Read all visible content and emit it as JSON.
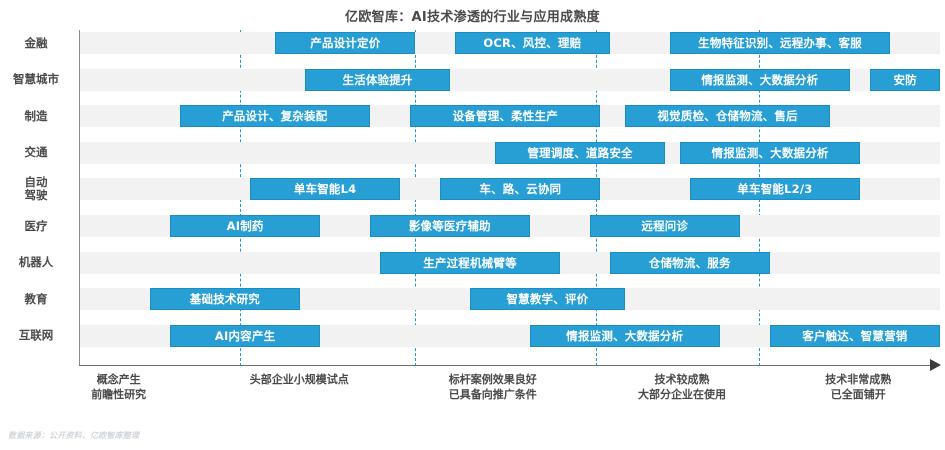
{
  "chart_title": "亿欧智库：AI技术渗透的行业与应用成熟度",
  "source_note": "数据来源：公开资料、亿欧智库整理",
  "colors": {
    "bar_fill": "#279fd4",
    "bar_border": "#1a8ec2",
    "row_band": "#f2f2f2",
    "gridline": "#2196c9",
    "axis": "#6e6e6e",
    "label_text": "#4a4a4a",
    "note_text": "#d2d6da"
  },
  "chart_data": {
    "type": "bar",
    "title": "亿欧智库：AI技术渗透的行业与应用成熟度",
    "xlabel": "",
    "ylabel": "",
    "grid": true,
    "legend": "none",
    "xlim": [
      0,
      100
    ],
    "stages": [
      {
        "label_lines": [
          "概念产生",
          "前瞻性研究"
        ],
        "center": 4.5
      },
      {
        "label_lines": [
          "头部企业小规模试点"
        ],
        "center": 25.5
      },
      {
        "label_lines": [
          "标杆案例效果良好",
          "已具备向推广条件"
        ],
        "center": 48.0
      },
      {
        "label_lines": [
          "技术较成熟",
          "大部分企业在使用"
        ],
        "center": 70.0
      },
      {
        "label_lines": [
          "技术非常成熟",
          "已全面铺开"
        ],
        "center": 90.5
      }
    ],
    "gridlines": [
      18.6,
      39.0,
      60.0,
      79.0
    ],
    "categories": [
      "金融",
      "智慧城市",
      "制造",
      "交通",
      "自动驾驶",
      "医疗",
      "机器人",
      "教育",
      "互联网"
    ],
    "rows": [
      {
        "category": "金融",
        "category_lines": [
          "金融"
        ],
        "items": [
          {
            "label": "产品设计定价",
            "start": 22.7,
            "end": 39.0
          },
          {
            "label": "OCR、风控、理赔",
            "start": 43.6,
            "end": 61.6
          },
          {
            "label": "生物特征识别、远程办事、客服",
            "start": 68.6,
            "end": 94.2
          }
        ]
      },
      {
        "category": "智慧城市",
        "category_lines": [
          "智慧城市"
        ],
        "items": [
          {
            "label": "生活体验提升",
            "start": 26.2,
            "end": 43.0
          },
          {
            "label": "情报监测、大数据分析",
            "start": 68.6,
            "end": 89.5
          },
          {
            "label": "安防",
            "start": 91.9,
            "end": 100.0
          }
        ]
      },
      {
        "category": "制造",
        "category_lines": [
          "制造"
        ],
        "items": [
          {
            "label": "产品设计、复杂装配",
            "start": 11.6,
            "end": 33.7
          },
          {
            "label": "设备管理、柔性生产",
            "start": 38.4,
            "end": 60.5
          },
          {
            "label": "视觉质检、仓储物流、售后",
            "start": 63.4,
            "end": 87.2
          }
        ]
      },
      {
        "category": "交通",
        "category_lines": [
          "交通"
        ],
        "items": [
          {
            "label": "管理调度、道路安全",
            "start": 48.3,
            "end": 68.0
          },
          {
            "label": "情报监测、大数据分析",
            "start": 69.8,
            "end": 90.7
          }
        ]
      },
      {
        "category": "自动驾驶",
        "category_lines": [
          "自动",
          "驾驶"
        ],
        "items": [
          {
            "label": "单车智能L4",
            "start": 19.8,
            "end": 37.2
          },
          {
            "label": "车、路、云协同",
            "start": 41.9,
            "end": 60.5
          },
          {
            "label": "单车智能L2/3",
            "start": 70.9,
            "end": 90.7
          }
        ]
      },
      {
        "category": "医疗",
        "category_lines": [
          "医疗"
        ],
        "items": [
          {
            "label": "AI制药",
            "start": 10.5,
            "end": 27.9
          },
          {
            "label": "影像等医疗辅助",
            "start": 33.7,
            "end": 52.3
          },
          {
            "label": "远程问诊",
            "start": 59.3,
            "end": 76.7
          }
        ]
      },
      {
        "category": "机器人",
        "category_lines": [
          "机器人"
        ],
        "items": [
          {
            "label": "生产过程机械臂等",
            "start": 34.9,
            "end": 55.8
          },
          {
            "label": "仓储物流、服务",
            "start": 61.6,
            "end": 80.2
          }
        ]
      },
      {
        "category": "教育",
        "category_lines": [
          "教育"
        ],
        "items": [
          {
            "label": "基础技术研究",
            "start": 8.1,
            "end": 25.6
          },
          {
            "label": "智慧教学、评价",
            "start": 45.3,
            "end": 63.4
          }
        ]
      },
      {
        "category": "互联网",
        "category_lines": [
          "互联网"
        ],
        "items": [
          {
            "label": "AI内容产生",
            "start": 10.5,
            "end": 27.9
          },
          {
            "label": "情报监测、大数据分析",
            "start": 52.3,
            "end": 74.4
          },
          {
            "label": "客户触达、智慧营销",
            "start": 80.2,
            "end": 100.0
          }
        ]
      }
    ]
  }
}
